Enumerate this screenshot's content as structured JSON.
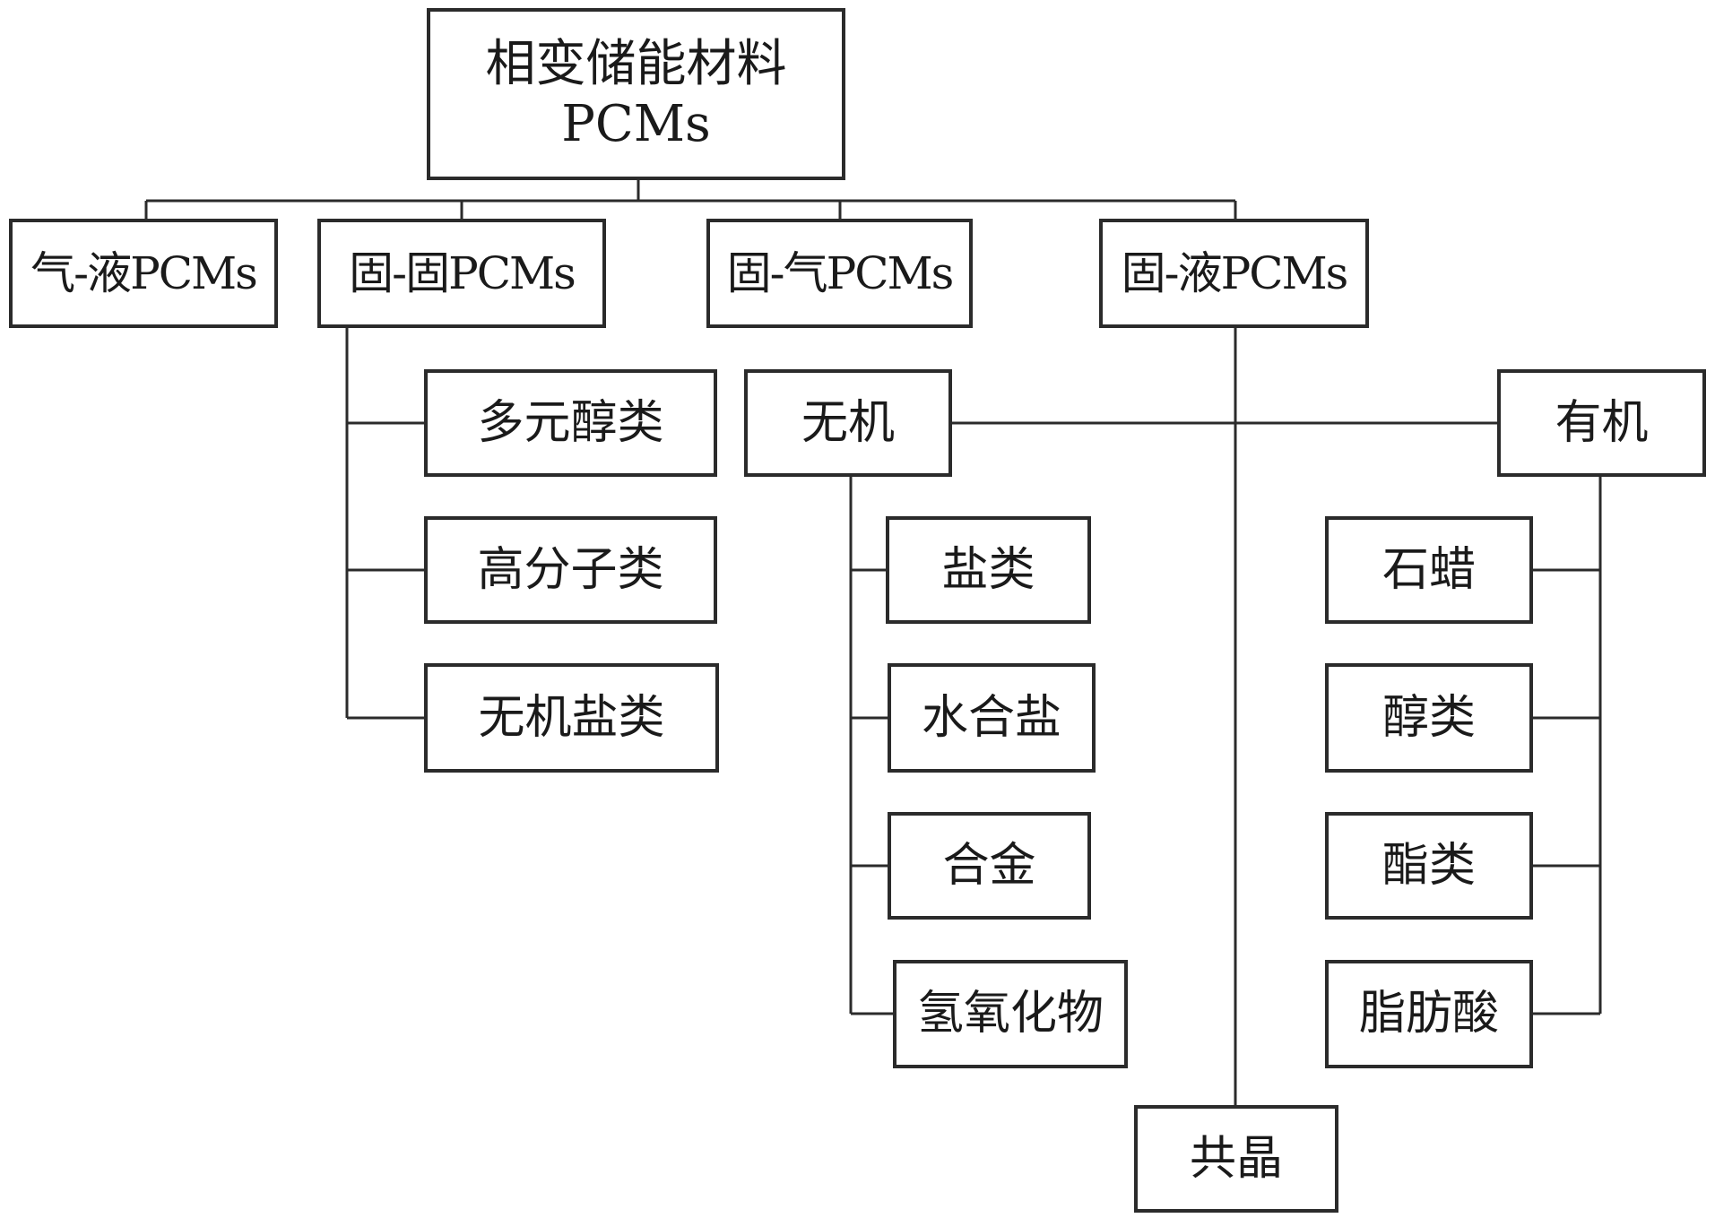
{
  "diagram": {
    "type": "tree",
    "root": {
      "title": "相变储能材料",
      "subtitle": "PCMs"
    },
    "categories": [
      {
        "id": "gas-liquid",
        "label": "气-液PCMs"
      },
      {
        "id": "solid-solid",
        "label": "固-固PCMs",
        "children": [
          "多元醇类",
          "高分子类",
          "无机盐类"
        ]
      },
      {
        "id": "solid-gas",
        "label": "固-气PCMs"
      },
      {
        "id": "solid-liquid",
        "label": "固-液PCMs",
        "groups": [
          {
            "id": "inorganic",
            "label": "无机",
            "children": [
              "盐类",
              "水合盐",
              "合金",
              "氢氧化物"
            ]
          },
          {
            "id": "organic",
            "label": "有机",
            "children": [
              "石蜡",
              "醇类",
              "酯类",
              "脂肪酸"
            ]
          },
          {
            "id": "eutectic",
            "label": "共晶"
          }
        ]
      }
    ]
  }
}
